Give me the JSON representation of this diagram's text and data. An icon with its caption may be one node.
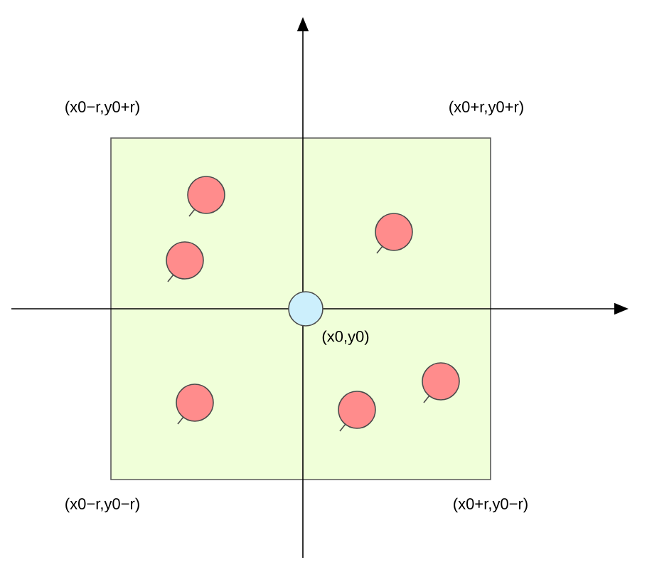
{
  "diagram": {
    "nodes": [
      {
        "text": [],
        "shape": "box"
      },
      {
        "text": [],
        "shape": "circle",
        "in": 0
      },
      {
        "text": [],
        "shape": "circle",
        "in": 0
      },
      {
        "text": [],
        "shape": "circle",
        "in": 0
      },
      {
        "text": [],
        "shape": "circle",
        "in": 0,
        "beside": [
          "(x0,y0)"
        ]
      },
      {
        "text": [],
        "shape": "circle",
        "in": 0
      },
      {
        "text": [],
        "shape": "circle",
        "in": 0
      },
      {
        "text": [],
        "shape": "circle",
        "in": 0
      }
    ],
    "labels": [
      "(x0−r,y0+r)",
      "(x0+r,y0+r)",
      "(x0−r,y0−r)",
      "(x0+r,y0−r)"
    ]
  }
}
